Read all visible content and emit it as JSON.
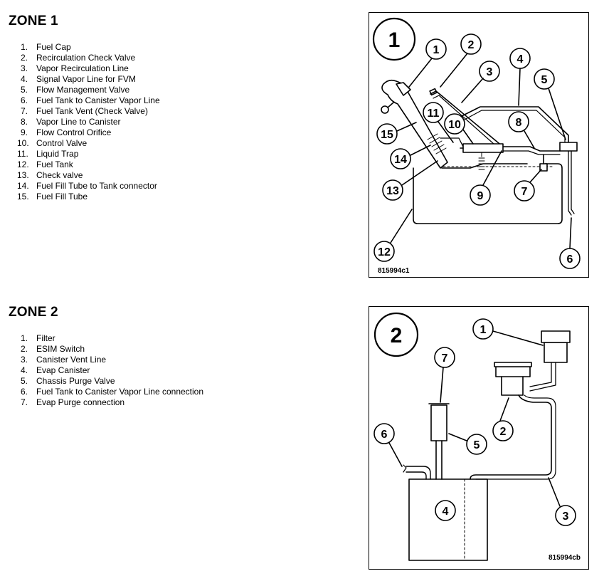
{
  "zone1": {
    "title": "ZONE 1",
    "items": [
      {
        "num": "1.",
        "label": "Fuel Cap"
      },
      {
        "num": "2.",
        "label": "Recirculation Check Valve"
      },
      {
        "num": "3.",
        "label": "Vapor Recirculation Line"
      },
      {
        "num": "4.",
        "label": "Signal Vapor Line for FVM"
      },
      {
        "num": "5.",
        "label": "Flow Management Valve"
      },
      {
        "num": "6.",
        "label": "Fuel Tank to Canister Vapor Line"
      },
      {
        "num": "7.",
        "label": "Fuel Tank Vent (Check Valve)"
      },
      {
        "num": "8.",
        "label": "Vapor Line to Canister"
      },
      {
        "num": "9.",
        "label": "Flow Control Orifice"
      },
      {
        "num": "10.",
        "label": "Control Valve"
      },
      {
        "num": "11.",
        "label": "Liquid Trap"
      },
      {
        "num": "12.",
        "label": "Fuel Tank"
      },
      {
        "num": "13.",
        "label": "Check valve"
      },
      {
        "num": "14.",
        "label": "Fuel Fill Tube to Tank connector"
      },
      {
        "num": "15.",
        "label": "Fuel Fill Tube"
      }
    ],
    "figure": {
      "zone_number": "1",
      "code": "815994c1",
      "callouts": [
        "1",
        "2",
        "3",
        "4",
        "5",
        "6",
        "7",
        "8",
        "9",
        "10",
        "11",
        "12",
        "13",
        "14",
        "15"
      ]
    }
  },
  "zone2": {
    "title": "ZONE 2",
    "items": [
      {
        "num": "1.",
        "label": "Filter"
      },
      {
        "num": "2.",
        "label": "ESIM Switch"
      },
      {
        "num": "3.",
        "label": "Canister Vent Line"
      },
      {
        "num": "4.",
        "label": "Evap Canister"
      },
      {
        "num": "5.",
        "label": "Chassis Purge Valve"
      },
      {
        "num": "6.",
        "label": "Fuel Tank to Canister Vapor Line connection"
      },
      {
        "num": "7.",
        "label": "Evap Purge connection"
      }
    ],
    "figure": {
      "zone_number": "2",
      "code": "815994cb",
      "callouts": [
        "1",
        "2",
        "3",
        "4",
        "5",
        "6",
        "7"
      ]
    }
  }
}
